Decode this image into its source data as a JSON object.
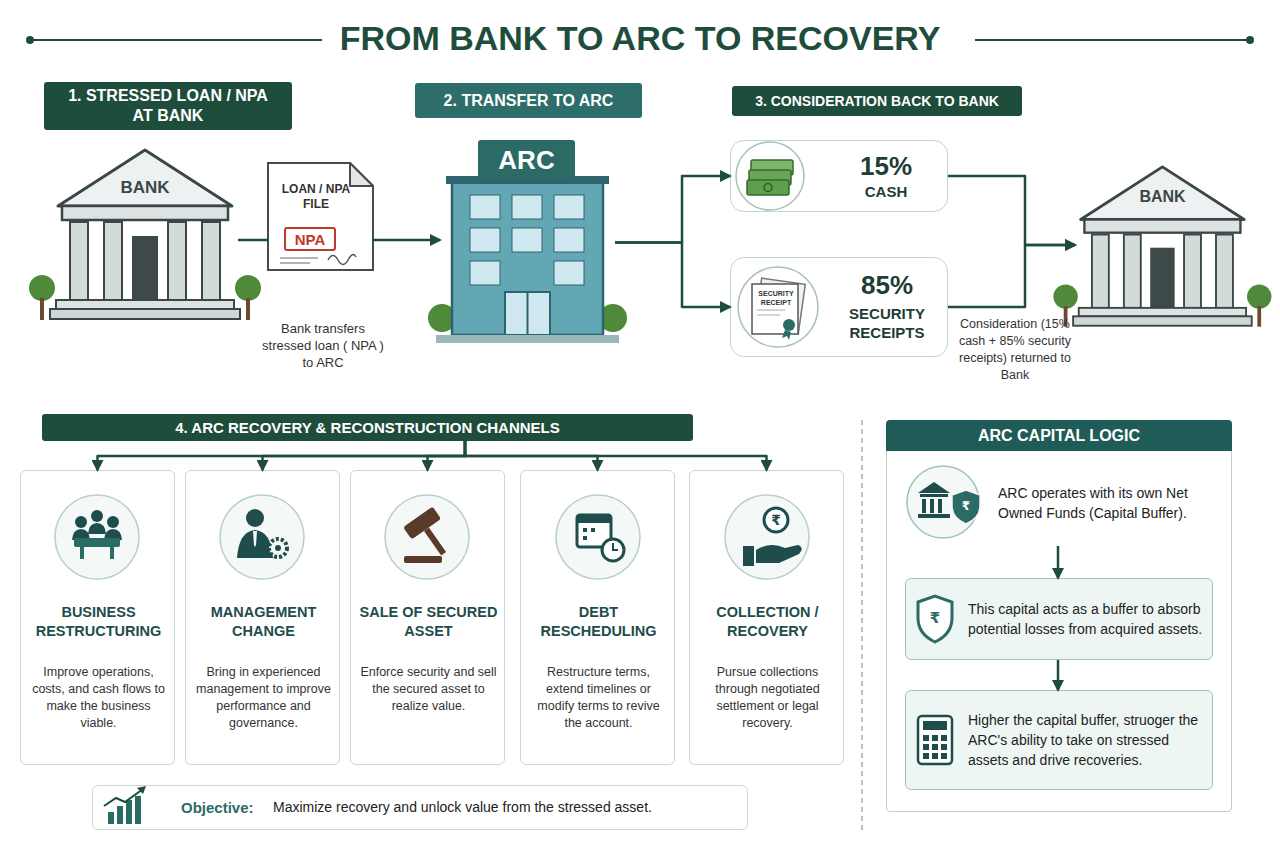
{
  "diagram": {
    "title": "FROM BANK TO ARC TO RECOVERY",
    "nodes": [
      {
        "text": [
          "1. STRESSED LOAN / NPA AT BANK"
        ]
      },
      {
        "text": [
          "BANK"
        ]
      },
      {
        "text": [
          "LOAN / NPA FILE",
          "NPA"
        ]
      },
      {
        "text": [
          "2. TRANSFER TO ARC"
        ]
      },
      {
        "text": [
          "ARC"
        ]
      },
      {
        "text": [
          "3. CONSIDERATION BACK TO BANK"
        ]
      },
      {
        "text": [
          "15%",
          "CASH"
        ]
      },
      {
        "text": [
          "SECURITY RECEIPT",
          "85%",
          "SECURITY RECEIPTS"
        ]
      },
      {
        "text": [
          "BANK"
        ]
      },
      {
        "text": [
          "4. ARC RECOVERY & RECONSTRUCTION CHANNELS"
        ]
      },
      {
        "text": [
          "BUSINESS RESTRUCTURING",
          "Improve operations, costs, and cash flows to make the business viable."
        ]
      },
      {
        "text": [
          "MANAGEMENT CHANGE",
          "Bring in experienced management to improve performance and governance."
        ]
      },
      {
        "text": [
          "SALE OF SECURED ASSET",
          "Enforce security and sell the secured asset to realize value."
        ]
      },
      {
        "text": [
          "DEBT RESCHEDULING",
          "Restructure terms, extend timelines or modify terms to revive the account."
        ]
      },
      {
        "text": [
          "COLLECTION / RECOVERY",
          "Pursue collections through negotiated settlement or legal recovery."
        ]
      },
      {
        "text": [
          "Objective:",
          "Maximize recovery and unlock value from the stressed asset."
        ]
      },
      {
        "text": [
          "ARC CAPITAL LOGIC"
        ]
      },
      {
        "text": [
          "ARC operates with its own Net Owned Funds (Capital Buffer)."
        ],
        "in": 16
      },
      {
        "text": [
          "This capital acts as a buffer to absorb potential losses from acquired assets."
        ],
        "in": 16
      },
      {
        "text": [
          "Higher the capital buffer, struoger the ARC's ability to take on stressed assets and drive recoveries."
        ],
        "in": 16
      }
    ],
    "edges": [
      {
        "from": 1,
        "to": 2,
        "arrow": "none"
      },
      {
        "from": 2,
        "to": 4,
        "arrow": "to"
      },
      {
        "from": 4,
        "to": 6,
        "arrow": "to"
      },
      {
        "from": 4,
        "to": 7,
        "arrow": "to"
      },
      {
        "from": 6,
        "to": 8,
        "arrow": "to"
      },
      {
        "from": 7,
        "to": 8,
        "arrow": "to"
      },
      {
        "from": 9,
        "to": 10,
        "arrow": "to"
      },
      {
        "from": 9,
        "to": 11,
        "arrow": "to"
      },
      {
        "from": 9,
        "to": 12,
        "arrow": "to"
      },
      {
        "from": 9,
        "to": 13,
        "arrow": "to"
      },
      {
        "from": 9,
        "to": 14,
        "arrow": "to"
      },
      {
        "from": 17,
        "to": 18,
        "arrow": "to"
      },
      {
        "from": 18,
        "to": 19,
        "arrow": "to"
      }
    ],
    "labels": [
      "Bank transfers stressed loan ( NPA ) to ARC",
      "Consideration (15% cash + 85% security receipts) returned to Bank",
      "₹",
      "₹",
      "₹"
    ]
  }
}
